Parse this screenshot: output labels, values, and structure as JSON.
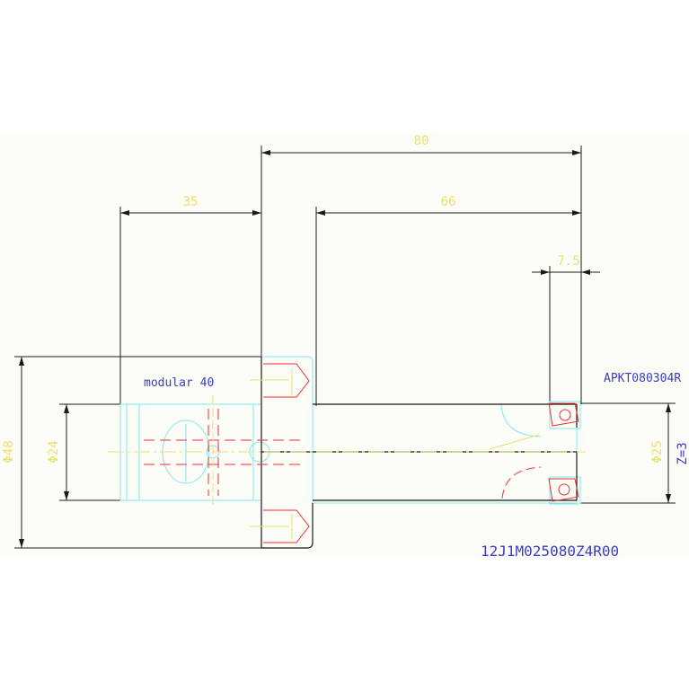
{
  "colors": {
    "background": "#fdfdf8",
    "dimension_line": "#1a1a1a",
    "dimension_text": "#e8e070",
    "outline": "#7fe6ee",
    "hidden": "#ee3030",
    "centerline": "#e8e070",
    "annotation": "#3a3acc"
  },
  "dimensions": {
    "total_length": "80",
    "adapter_length": "35",
    "shank_length": "66",
    "insert_offset": "7.5",
    "dia_flange": "Φ48",
    "dia_pilot": "Φ24",
    "dia_cutter": "Φ25"
  },
  "labels": {
    "adapter": "modular 40",
    "insert": "APKT080304R",
    "teeth": "Z=3",
    "part_number": "12J1M025080Z4R00"
  }
}
